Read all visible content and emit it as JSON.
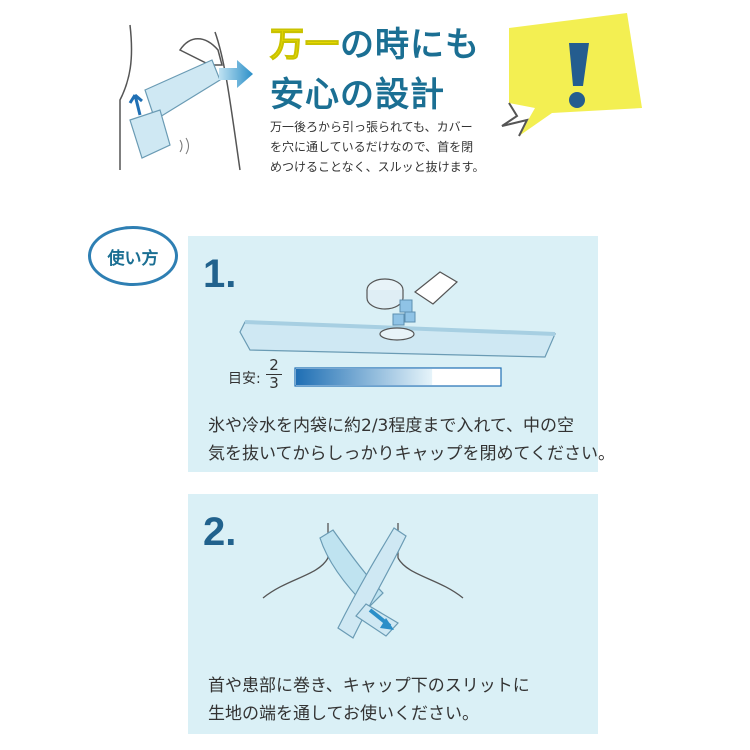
{
  "safety": {
    "headline_accent": "万一",
    "headline_line1_rest": "の時にも",
    "headline_line2": "安心の設計",
    "description_lines": [
      "万一後ろから引っ張られても、カバー",
      "を穴に通しているだけなので、首を閉",
      "めつけることなく、スルッと抜けます。"
    ],
    "alert_icon": "exclamation-icon"
  },
  "how_to": {
    "badge_label": "使い方"
  },
  "steps": [
    {
      "number": "1.",
      "guide_label": "目安:",
      "guide_fraction_numerator": "2",
      "guide_fraction_denominator": "3",
      "guide_fill": 0.667,
      "text_lines": [
        "氷や冷水を内袋に約2/3程度まで入れて、中の空",
        "気を抜いてからしっかりキャップを閉めてください。"
      ]
    },
    {
      "number": "2.",
      "text_lines": [
        "首や患部に巻き、キャップ下のスリットに",
        "生地の端を通してお使いください。"
      ]
    }
  ],
  "colors": {
    "panel_bg": "#daf0f6",
    "brand_blue": "#1b6f93",
    "accent_yellow": "#f3ef52",
    "gradient_dark": "#1f6fb4"
  }
}
